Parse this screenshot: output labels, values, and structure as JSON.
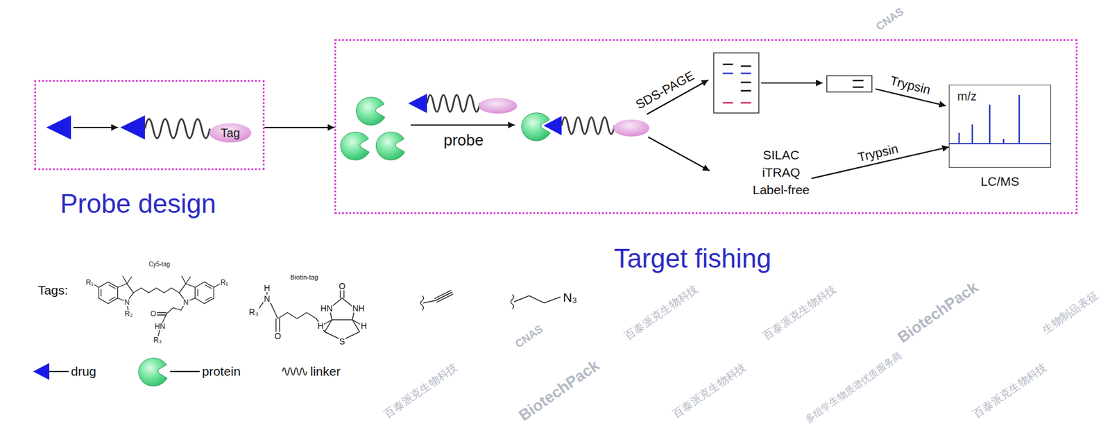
{
  "diagram": {
    "nodes": [
      {
        "text": [
          "Probe design"
        ]
      },
      {
        "text": [
          "Tag"
        ],
        "in": 0
      },
      {
        "text": [
          "Target fishing"
        ]
      },
      {
        "text": [
          "SILAC iTRAQ Label-free"
        ],
        "in": 2
      },
      {
        "text": [
          "m/z",
          "LC/MS"
        ],
        "in": 2
      }
    ],
    "edges": [
      {
        "from": 0,
        "to": 2,
        "arrow": "to"
      },
      {
        "from": 3,
        "to": 4,
        "label": "Trypsin",
        "arrow": "to"
      }
    ],
    "labels": [
      "probe",
      "SDS-PAGE",
      "Trypsin",
      "Tags:",
      "Cy5-tag",
      "R₁",
      "N",
      "R₂",
      "N",
      "R₁",
      "O",
      "HN",
      "R₃",
      "Biotin-tag",
      "H",
      "N",
      "R₃",
      "O",
      "O",
      "HN",
      "NH",
      "H",
      "H",
      "S",
      "N₃",
      "百泰派克生物科技",
      "百泰派克生物科技",
      "BiotechPack",
      "生物制品表征",
      "百泰派克生物科技",
      "BiotechPack",
      "百泰派克生物科技",
      "多组学生物质谱优质服务商",
      "百泰派克生物科技",
      "CNAS",
      "CNAS"
    ],
    "legend": [
      {
        "text": "drug"
      },
      {
        "text": "protein"
      },
      {
        "text": "linker"
      }
    ]
  }
}
